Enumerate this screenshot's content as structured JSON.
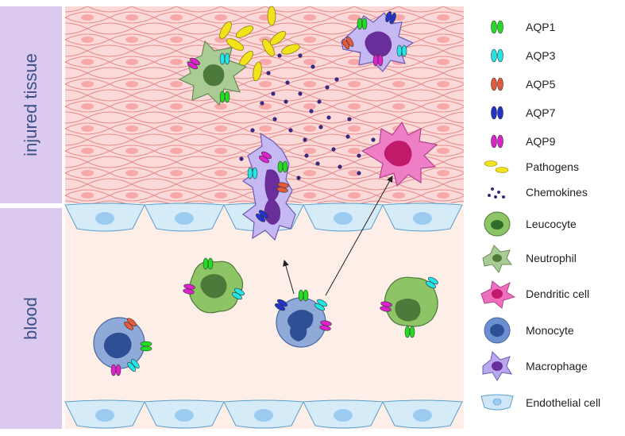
{
  "labels": {
    "tissue": "injured tissue",
    "blood": "blood"
  },
  "legend": [
    {
      "icon": "aqp1-icon",
      "label": "AQP1",
      "color": "#22dd22"
    },
    {
      "icon": "aqp3-icon",
      "label": "AQP3",
      "color": "#22e5e5"
    },
    {
      "icon": "aqp5-icon",
      "label": "AQP5",
      "color": "#e55a3c"
    },
    {
      "icon": "aqp7-icon",
      "label": "AQP7",
      "color": "#2233cc"
    },
    {
      "icon": "aqp9-icon",
      "label": "AQP9",
      "color": "#dd22cc"
    },
    {
      "icon": "pathogen-icon",
      "label": "Pathogens",
      "color": "#f2e21a"
    },
    {
      "icon": "chemokine-icon",
      "label": "Chemokines",
      "color": "#3b2a7a"
    },
    {
      "icon": "leucocyte-icon",
      "label": "Leucocyte",
      "color": "#4f9a3a"
    },
    {
      "icon": "neutrophil-icon",
      "label": "Neutrophil",
      "color": "#a9cc94"
    },
    {
      "icon": "dendritic-cell-icon",
      "label": "Dendritic cell",
      "color": "#ee6fbd"
    },
    {
      "icon": "monocyte-icon",
      "label": "Monocyte",
      "color": "#6a8fd0"
    },
    {
      "icon": "macrophage-icon",
      "label": "Macrophage",
      "color": "#b9a8ee"
    },
    {
      "icon": "endothelial-cell-icon",
      "label": "Endothelial cell",
      "color": "#cfe6f6"
    }
  ],
  "colors": {
    "tissue_bg": "#fbd9d9",
    "tissue_line": "#e68a8a",
    "nucleus_tissue": "#f7a8a8",
    "blood_bg": "#fdeee8",
    "endo_fill": "#d6ebf8",
    "endo_line": "#5aa0d0",
    "endo_nucleus": "#9ccbf0",
    "side_label_bg": "#dcc9ef",
    "side_label_text": "#3b5286"
  }
}
